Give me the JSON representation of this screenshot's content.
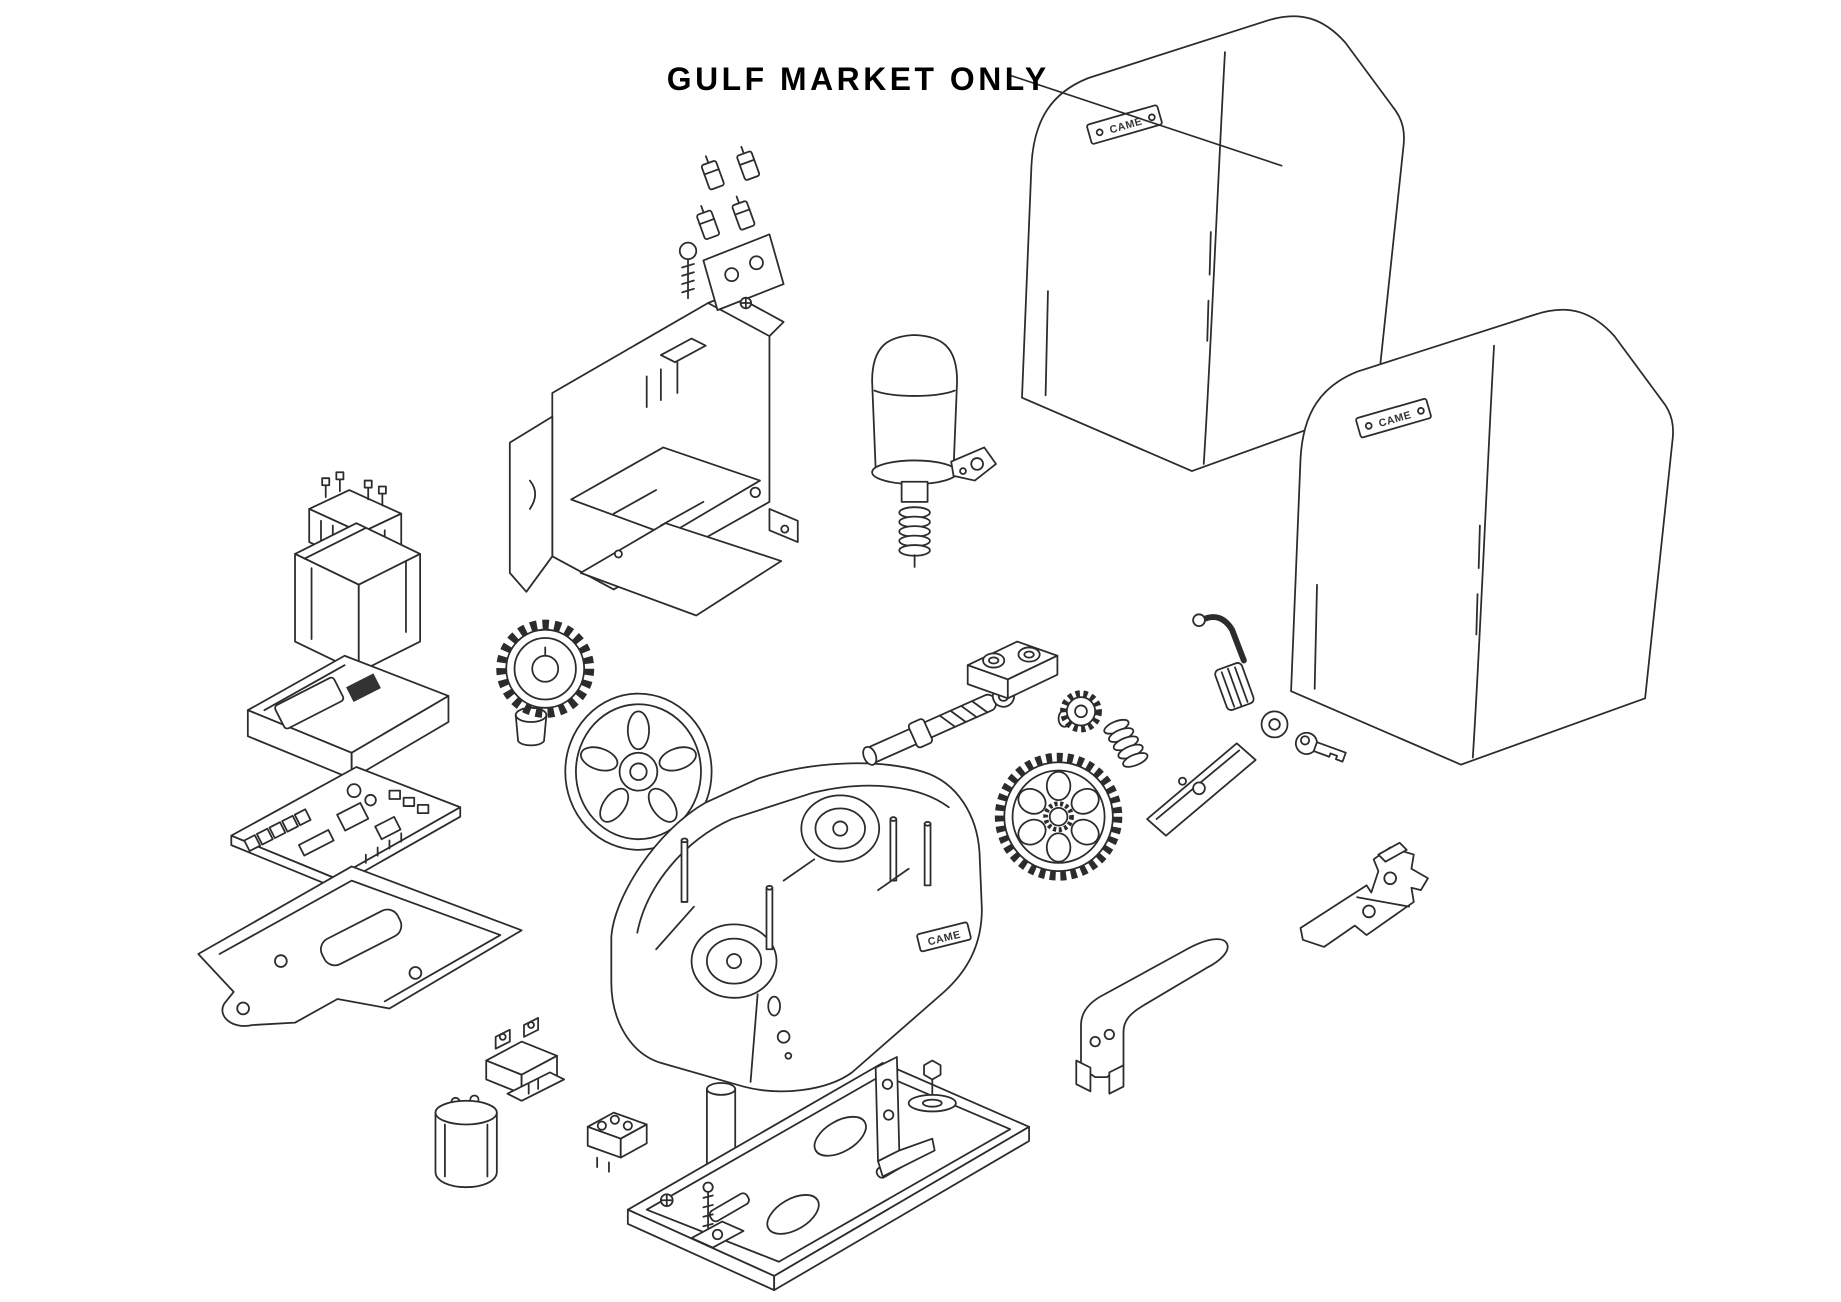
{
  "annotation": {
    "label": "GULF MARKET ONLY"
  },
  "brand": {
    "logo": "CAME"
  },
  "colors": {
    "line": "#2c2c2c",
    "background": "#ffffff",
    "text": "#000000"
  },
  "diagram": {
    "type": "exploded-parts-view",
    "subject": "sliding-gate-operator",
    "parts": [
      "cover-gulf-market",
      "cover-standard",
      "release-bracket-assembly",
      "terminal-clips",
      "release-latch",
      "motor",
      "motor-flange",
      "transformer",
      "control-board-cover",
      "control-board",
      "chassis-plate",
      "pinion-gear",
      "idler-wheel",
      "gearbox-body",
      "drive-shaft",
      "coupling-block",
      "worm-gear",
      "spring",
      "drive-gear",
      "release-lever",
      "bushing",
      "release-key",
      "release-door",
      "mounting-bracket-upper",
      "mounting-bracket-lower",
      "base-plate-assembly",
      "limit-switch",
      "capacitor",
      "terminal-block"
    ]
  }
}
